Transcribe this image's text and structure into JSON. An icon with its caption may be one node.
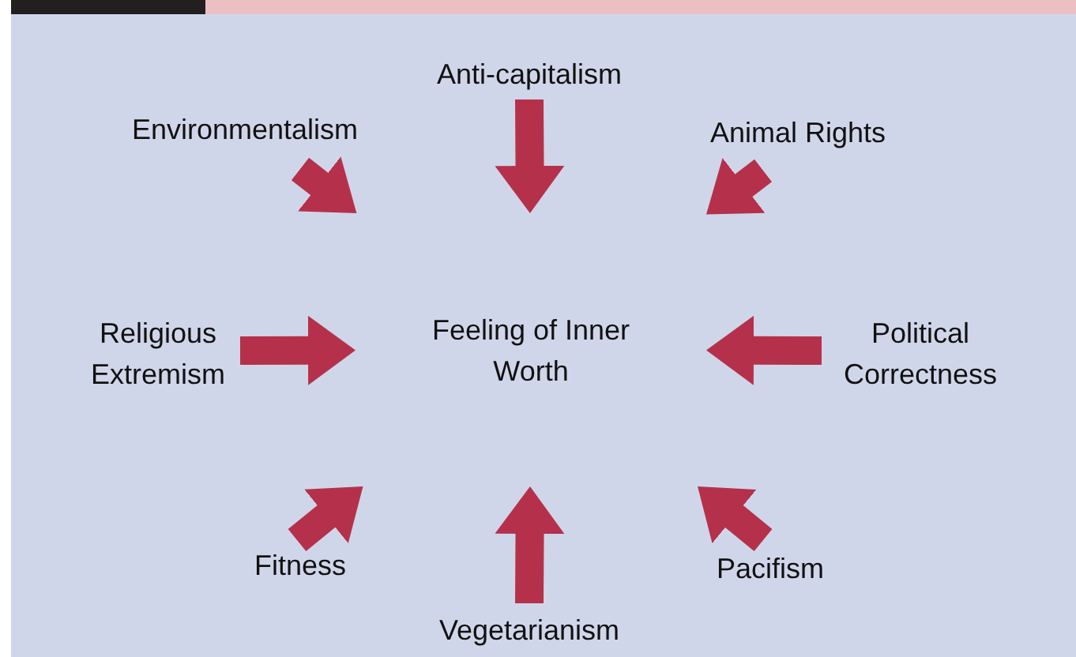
{
  "diagram": {
    "nodes": [
      {
        "text": [
          "Feeling of Inner Worth"
        ]
      },
      {
        "text": [
          "Anti-capitalism"
        ]
      },
      {
        "text": [
          "Environmentalism"
        ]
      },
      {
        "text": [
          "Animal Rights"
        ]
      },
      {
        "text": [
          "Religious Extremism"
        ]
      },
      {
        "text": [
          "Political Correctness"
        ]
      },
      {
        "text": [
          "Fitness"
        ]
      },
      {
        "text": [
          "Vegetarianism"
        ]
      },
      {
        "text": [
          "Pacifism"
        ]
      }
    ],
    "edges": [
      {
        "from": 1,
        "to": 0,
        "arrow": "to"
      },
      {
        "from": 2,
        "to": 0,
        "arrow": "to"
      },
      {
        "from": 3,
        "to": 0,
        "arrow": "to"
      },
      {
        "from": 4,
        "to": 0,
        "arrow": "to"
      },
      {
        "from": 5,
        "to": 0,
        "arrow": "to"
      },
      {
        "from": 6,
        "to": 0,
        "arrow": "to"
      },
      {
        "from": 7,
        "to": 0,
        "arrow": "to"
      },
      {
        "from": 8,
        "to": 0,
        "arrow": "to"
      }
    ]
  }
}
